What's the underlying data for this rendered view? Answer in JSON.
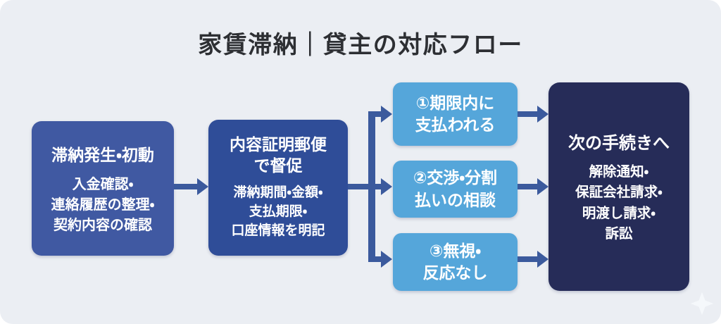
{
  "title": "家賃滞納｜貸主の対応フロー",
  "colors": {
    "background": "#ebeef3",
    "step1_box": "#4059a2",
    "step2_box": "#2f4d98",
    "outcome_box": "#55a6da",
    "final_box": "#262c58",
    "arrow": "#3b5a9d",
    "title_text": "#2d2f33",
    "box_text": "#ffffff"
  },
  "flow": {
    "step1": {
      "heading": "滞納発生・初動",
      "body": "入金確認・\n連絡履歴の整理・\n契約内容の確認"
    },
    "step2": {
      "heading": "内容証明郵便\nで督促",
      "body": "滞納期間・金額・\n支払期限・\n口座情報を明記"
    },
    "outcomes": [
      {
        "label": "①期限内に\n支払われる"
      },
      {
        "label": "②交渉・分割\n払いの相談"
      },
      {
        "label": "③無視・\n反応なし"
      }
    ],
    "final": {
      "heading": "次の手続きへ",
      "body": "解除通知・\n保証会社請求・\n明渡し請求・\n訴訟"
    }
  }
}
